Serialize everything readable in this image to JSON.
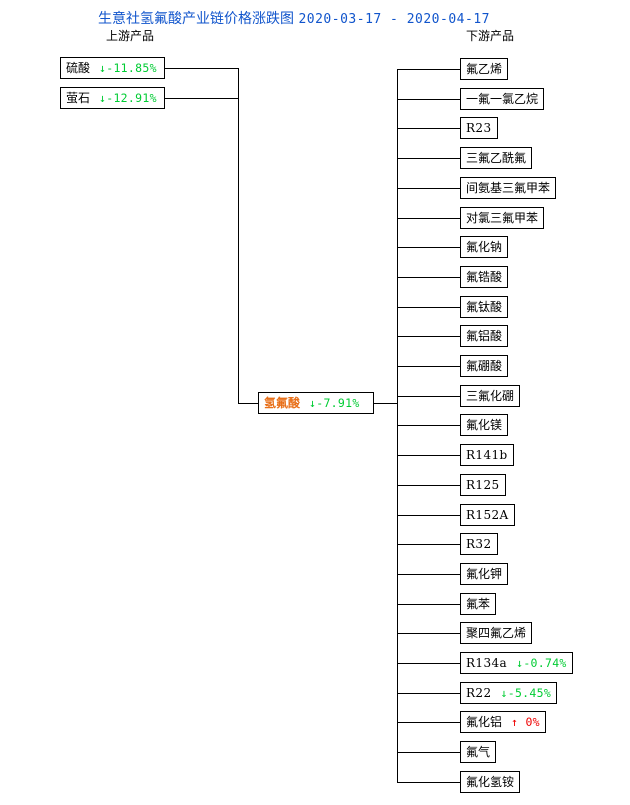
{
  "header": {
    "title_main": "生意社氢氟酸产业链价格涨跌图",
    "date_range": "2020-03-17 - 2020-04-17",
    "title_color": "#1155cc",
    "upstream_label": "上游产品",
    "downstream_label": "下游产品"
  },
  "legend": {
    "down_arrow": "↓",
    "up_arrow": "↑",
    "down_color": "#00cc33",
    "up_color": "#ee0000",
    "center_color": "#e8701a"
  },
  "chart_data": {
    "type": "diagram",
    "title": "生意社氢氟酸产业链价格涨跌图 2020-03-17 - 2020-04-17",
    "center": {
      "name": "氢氟酸",
      "arrow": "↓",
      "change": "-7.91%",
      "direction": "down"
    },
    "upstream": [
      {
        "name": "硫酸",
        "arrow": "↓",
        "change": "-11.85%",
        "direction": "down"
      },
      {
        "name": "萤石",
        "arrow": "↓",
        "change": "-12.91%",
        "direction": "down"
      }
    ],
    "downstream": [
      {
        "name": "氟乙烯",
        "arrow": "",
        "change": "",
        "direction": "none",
        "latin": false
      },
      {
        "name": "一氟一氯乙烷",
        "arrow": "",
        "change": "",
        "direction": "none",
        "latin": false
      },
      {
        "name": "R23",
        "arrow": "",
        "change": "",
        "direction": "none",
        "latin": true
      },
      {
        "name": "三氟乙酰氟",
        "arrow": "",
        "change": "",
        "direction": "none",
        "latin": false
      },
      {
        "name": "间氨基三氟甲苯",
        "arrow": "",
        "change": "",
        "direction": "none",
        "latin": false
      },
      {
        "name": "对氯三氟甲苯",
        "arrow": "",
        "change": "",
        "direction": "none",
        "latin": false
      },
      {
        "name": "氟化钠",
        "arrow": "",
        "change": "",
        "direction": "none",
        "latin": false
      },
      {
        "name": "氟锆酸",
        "arrow": "",
        "change": "",
        "direction": "none",
        "latin": false
      },
      {
        "name": "氟钛酸",
        "arrow": "",
        "change": "",
        "direction": "none",
        "latin": false
      },
      {
        "name": "氟铝酸",
        "arrow": "",
        "change": "",
        "direction": "none",
        "latin": false
      },
      {
        "name": "氟硼酸",
        "arrow": "",
        "change": "",
        "direction": "none",
        "latin": false
      },
      {
        "name": "三氟化硼",
        "arrow": "",
        "change": "",
        "direction": "none",
        "latin": false
      },
      {
        "name": "氟化镁",
        "arrow": "",
        "change": "",
        "direction": "none",
        "latin": false
      },
      {
        "name": "R141b",
        "arrow": "",
        "change": "",
        "direction": "none",
        "latin": true
      },
      {
        "name": "R125",
        "arrow": "",
        "change": "",
        "direction": "none",
        "latin": true
      },
      {
        "name": "R152A",
        "arrow": "",
        "change": "",
        "direction": "none",
        "latin": true
      },
      {
        "name": "R32",
        "arrow": "",
        "change": "",
        "direction": "none",
        "latin": true
      },
      {
        "name": "氟化钾",
        "arrow": "",
        "change": "",
        "direction": "none",
        "latin": false
      },
      {
        "name": "氟苯",
        "arrow": "",
        "change": "",
        "direction": "none",
        "latin": false
      },
      {
        "name": "聚四氟乙烯",
        "arrow": "",
        "change": "",
        "direction": "none",
        "latin": false
      },
      {
        "name": "R134a",
        "arrow": "↓",
        "change": "-0.74%",
        "direction": "down",
        "latin": true
      },
      {
        "name": "R22",
        "arrow": "↓",
        "change": "-5.45%",
        "direction": "down",
        "latin": true
      },
      {
        "name": "氟化铝",
        "arrow": "↑",
        "change": "0%",
        "direction": "up",
        "latin": false
      },
      {
        "name": "氟气",
        "arrow": "",
        "change": "",
        "direction": "none",
        "latin": false
      },
      {
        "name": "氟化氢铵",
        "arrow": "",
        "change": "",
        "direction": "none",
        "latin": false
      }
    ]
  }
}
